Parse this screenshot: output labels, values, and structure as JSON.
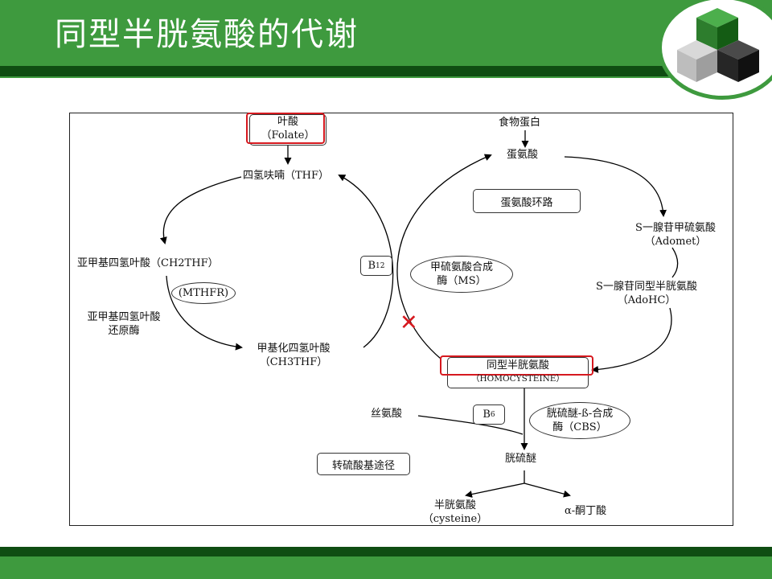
{
  "slide": {
    "title": "同型半胱氨酸的代谢",
    "colors": {
      "header_green": "#3e9a3e",
      "dark_green": "#0f4d12",
      "highlight_red": "#d6191f"
    }
  },
  "diagram": {
    "folate": {
      "name": "叶酸",
      "abbr": "（Folate）"
    },
    "thf": "四氢呋喃（THF）",
    "ch2thf": "亚甲基四氢叶酸（CH2THF）",
    "mthfr": "(MTHFR)",
    "reductase": [
      "亚甲基四氢叶酸",
      "还原酶"
    ],
    "ch3thf": {
      "name": "甲基化四氢叶酸",
      "abbr": "（CH3THF）"
    },
    "b12": {
      "base": "B",
      "sub": "12"
    },
    "food_protein": "食物蛋白",
    "methionine": "蛋氨酸",
    "methionine_cycle": "蛋氨酸环路",
    "ms": [
      "甲硫氨酸合成",
      "酶（MS）"
    ],
    "adomet": {
      "name": "S一腺苷甲硫氨酸",
      "abbr": "（Adomet）"
    },
    "adohc": {
      "name": "S一腺苷同型半胱氨酸",
      "abbr": "（AdoHC）"
    },
    "homocysteine": {
      "name": "同型半胱氨酸",
      "abbr": "（HOMOCYSTEINE）"
    },
    "serine": "丝氨酸",
    "b6": {
      "base": "B",
      "sub": "6"
    },
    "cbs": [
      "胱硫醚-ß-合成",
      "酶（CBS）"
    ],
    "transsulfuration": "转硫酸基途径",
    "cystathionine": "胱硫醚",
    "cysteine": {
      "name": "半胱氨酸",
      "abbr": "（cysteine）"
    },
    "ketobutyrate": "α-酮丁酸",
    "block_mark": "✕"
  }
}
